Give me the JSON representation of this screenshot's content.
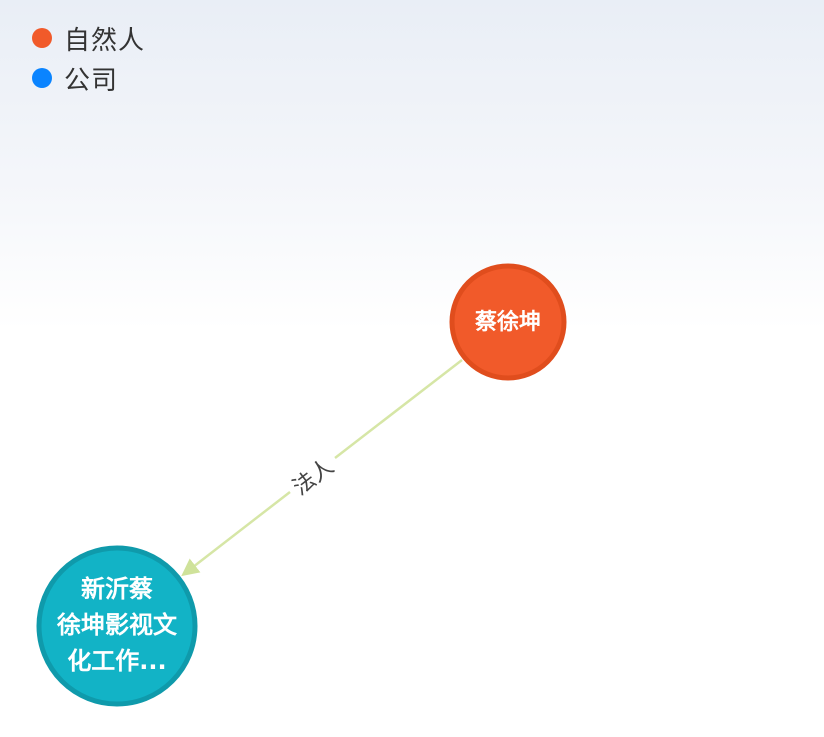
{
  "legend": {
    "items": [
      {
        "label": "自然人",
        "color": "#f15a2a"
      },
      {
        "label": "公司",
        "color": "#0a84ff"
      }
    ]
  },
  "graph": {
    "nodes": [
      {
        "id": "person",
        "type": "自然人",
        "label": "蔡徐坤",
        "color": "#f15a2a",
        "border": "#e04d1d"
      },
      {
        "id": "company",
        "type": "公司",
        "label_lines": [
          "新沂蔡",
          "徐坤影视文",
          "化工作..."
        ],
        "color": "#12b3c6",
        "border": "#0f9aab"
      }
    ],
    "edges": [
      {
        "from": "person",
        "to": "company",
        "label": "法人",
        "color": "#d6e6a6"
      }
    ]
  }
}
